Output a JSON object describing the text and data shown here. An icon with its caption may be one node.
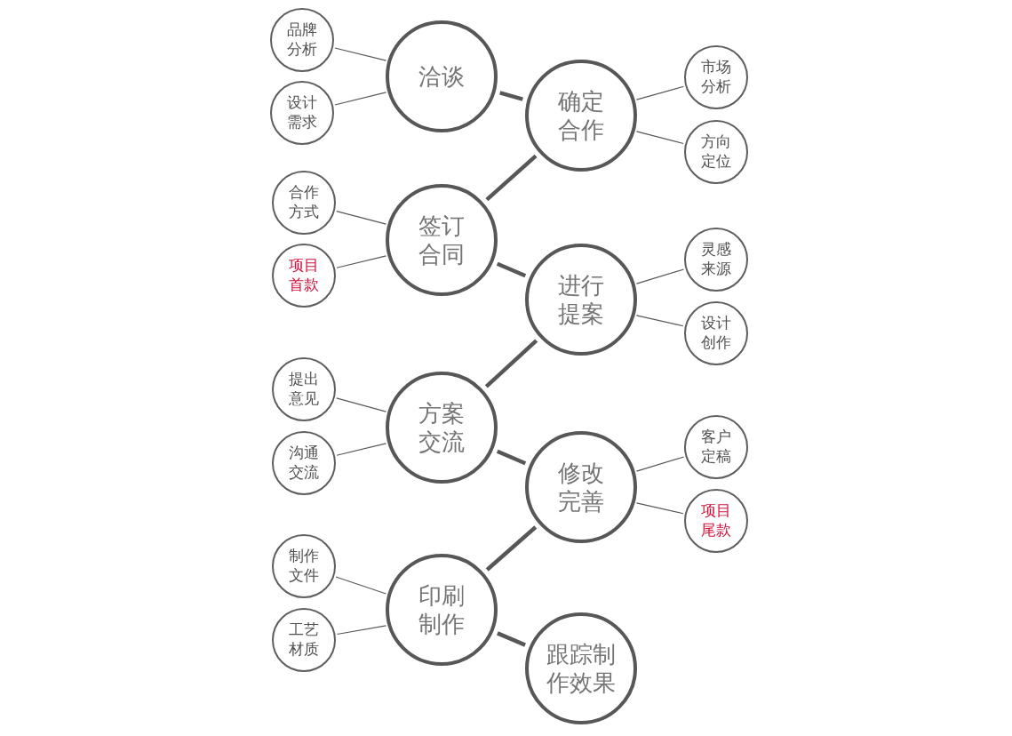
{
  "diagram": {
    "nodes": [
      {
        "text": [
          "洽谈"
        ]
      },
      {
        "text": [
          "品牌分析"
        ]
      },
      {
        "text": [
          "设计需求"
        ]
      },
      {
        "text": [
          "确定合作"
        ]
      },
      {
        "text": [
          "市场分析"
        ]
      },
      {
        "text": [
          "方向定位"
        ]
      },
      {
        "text": [
          "签订合同"
        ]
      },
      {
        "text": [
          "合作方式"
        ]
      },
      {
        "text": [
          "项目首款"
        ]
      },
      {
        "text": [
          "进行提案"
        ]
      },
      {
        "text": [
          "灵感来源"
        ]
      },
      {
        "text": [
          "设计创作"
        ]
      },
      {
        "text": [
          "方案交流"
        ]
      },
      {
        "text": [
          "提出意见"
        ]
      },
      {
        "text": [
          "沟通交流"
        ]
      },
      {
        "text": [
          "修改完善"
        ]
      },
      {
        "text": [
          "客户定稿"
        ]
      },
      {
        "text": [
          "项目尾款"
        ]
      },
      {
        "text": [
          "印刷制作"
        ]
      },
      {
        "text": [
          "制作文件"
        ]
      },
      {
        "text": [
          "工艺材质"
        ]
      },
      {
        "text": [
          "跟踪制作效果"
        ]
      }
    ],
    "edges": [
      {
        "from": 0,
        "to": 1,
        "arrow": "none"
      },
      {
        "from": 0,
        "to": 2,
        "arrow": "none"
      },
      {
        "from": 0,
        "to": 3,
        "arrow": "none",
        "style": "thick"
      },
      {
        "from": 3,
        "to": 4,
        "arrow": "none"
      },
      {
        "from": 3,
        "to": 5,
        "arrow": "none"
      },
      {
        "from": 3,
        "to": 6,
        "arrow": "none",
        "style": "thick"
      },
      {
        "from": 6,
        "to": 7,
        "arrow": "none"
      },
      {
        "from": 6,
        "to": 8,
        "arrow": "none"
      },
      {
        "from": 6,
        "to": 9,
        "arrow": "none",
        "style": "thick"
      },
      {
        "from": 9,
        "to": 10,
        "arrow": "none"
      },
      {
        "from": 9,
        "to": 11,
        "arrow": "none"
      },
      {
        "from": 9,
        "to": 12,
        "arrow": "none",
        "style": "thick"
      },
      {
        "from": 12,
        "to": 13,
        "arrow": "none"
      },
      {
        "from": 12,
        "to": 14,
        "arrow": "none"
      },
      {
        "from": 12,
        "to": 15,
        "arrow": "none",
        "style": "thick"
      },
      {
        "from": 15,
        "to": 16,
        "arrow": "none"
      },
      {
        "from": 15,
        "to": 17,
        "arrow": "none"
      },
      {
        "from": 15,
        "to": 18,
        "arrow": "none",
        "style": "thick"
      },
      {
        "from": 18,
        "to": 19,
        "arrow": "none"
      },
      {
        "from": 18,
        "to": 20,
        "arrow": "none"
      },
      {
        "from": 18,
        "to": 21,
        "arrow": "none",
        "style": "thick"
      }
    ]
  }
}
